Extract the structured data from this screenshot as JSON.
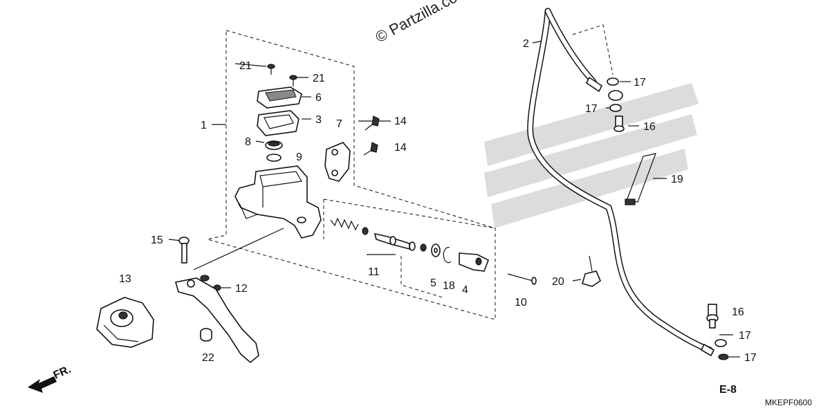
{
  "watermark": "© Partzilla.com",
  "diagram_code": "MKEPF0600",
  "reference": "E-8",
  "direction_marker": "FR.",
  "callouts": {
    "c1": "1",
    "c2": "2",
    "c3": "3",
    "c4": "4",
    "c5": "5",
    "c6": "6",
    "c7": "7",
    "c8": "8",
    "c9": "9",
    "c10": "10",
    "c11": "11",
    "c12": "12",
    "c13": "13",
    "c14a": "14",
    "c14b": "14",
    "c15": "15",
    "c16a": "16",
    "c16b": "16",
    "c17a": "17",
    "c17b": "17",
    "c17c": "17",
    "c17d": "17",
    "c18": "18",
    "c19": "19",
    "c20": "20",
    "c21a": "21",
    "c21b": "21",
    "c22": "22"
  }
}
